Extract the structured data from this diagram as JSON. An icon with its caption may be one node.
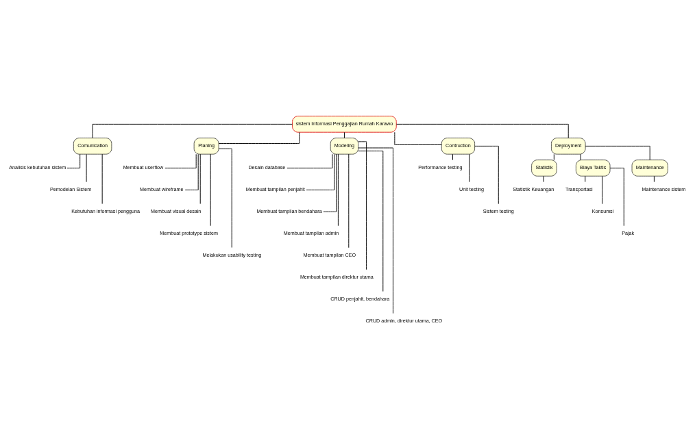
{
  "diagram": {
    "nodes": [
      {
        "text": [
          "sistem Informasi Penggajian Rumah Karawo"
        ]
      },
      {
        "text": [
          "Comunication"
        ]
      },
      {
        "text": [
          "Analisis kebutuhan sistem"
        ]
      },
      {
        "text": [
          "Pemodelan Sistem"
        ]
      },
      {
        "text": [
          "Kebutuhan informasi pengguna"
        ]
      },
      {
        "text": [
          "Planing"
        ]
      },
      {
        "text": [
          "Membuat userflow"
        ]
      },
      {
        "text": [
          "Membuat wireframe"
        ]
      },
      {
        "text": [
          "Membuat visual desain"
        ]
      },
      {
        "text": [
          "Membuat prototype sistem"
        ]
      },
      {
        "text": [
          "Melakukan usability testing"
        ]
      },
      {
        "text": [
          "Modeling"
        ]
      },
      {
        "text": [
          "Desain database"
        ]
      },
      {
        "text": [
          "Membuat tampilan penjahit"
        ]
      },
      {
        "text": [
          "Membuat tampilan bendahara"
        ]
      },
      {
        "text": [
          "Membuat tampilan admin"
        ]
      },
      {
        "text": [
          "Membuat tampilan CEO"
        ]
      },
      {
        "text": [
          "Membuat tampilan direktur utama"
        ]
      },
      {
        "text": [
          "CRUD penjahit, bendahara"
        ]
      },
      {
        "text": [
          "CRUD admin, direktur utama, CEO"
        ]
      },
      {
        "text": [
          "Contruction"
        ]
      },
      {
        "text": [
          "Performance testing"
        ]
      },
      {
        "text": [
          "Unit testing"
        ]
      },
      {
        "text": [
          "Sistem testing"
        ]
      },
      {
        "text": [
          "Deployment"
        ]
      },
      {
        "text": [
          "Statistik"
        ]
      },
      {
        "text": [
          "Statistik Keuangan"
        ]
      },
      {
        "text": [
          "Biaya Taktis"
        ]
      },
      {
        "text": [
          "Transportasi"
        ]
      },
      {
        "text": [
          "Konsumsi"
        ]
      },
      {
        "text": [
          "Pajak"
        ]
      },
      {
        "text": [
          "Maintenance"
        ]
      },
      {
        "text": [
          "Maintenance sistem"
        ]
      }
    ],
    "edges": [
      {
        "from": 0,
        "to": 1,
        "arrow": "none"
      },
      {
        "from": 0,
        "to": 5,
        "arrow": "none"
      },
      {
        "from": 0,
        "to": 11,
        "arrow": "none"
      },
      {
        "from": 0,
        "to": 20,
        "arrow": "none"
      },
      {
        "from": 0,
        "to": 24,
        "arrow": "none"
      },
      {
        "from": 1,
        "to": 2,
        "arrow": "none"
      },
      {
        "from": 1,
        "to": 3,
        "arrow": "none"
      },
      {
        "from": 1,
        "to": 4,
        "arrow": "none"
      },
      {
        "from": 5,
        "to": 6,
        "arrow": "none"
      },
      {
        "from": 5,
        "to": 7,
        "arrow": "none"
      },
      {
        "from": 5,
        "to": 8,
        "arrow": "none"
      },
      {
        "from": 5,
        "to": 9,
        "arrow": "none"
      },
      {
        "from": 5,
        "to": 10,
        "arrow": "none"
      },
      {
        "from": 11,
        "to": 12,
        "arrow": "none"
      },
      {
        "from": 11,
        "to": 13,
        "arrow": "none"
      },
      {
        "from": 11,
        "to": 14,
        "arrow": "none"
      },
      {
        "from": 11,
        "to": 15,
        "arrow": "none"
      },
      {
        "from": 11,
        "to": 16,
        "arrow": "none"
      },
      {
        "from": 11,
        "to": 17,
        "arrow": "none"
      },
      {
        "from": 11,
        "to": 18,
        "arrow": "none"
      },
      {
        "from": 11,
        "to": 19,
        "arrow": "none"
      },
      {
        "from": 20,
        "to": 21,
        "arrow": "none"
      },
      {
        "from": 20,
        "to": 22,
        "arrow": "none"
      },
      {
        "from": 20,
        "to": 23,
        "arrow": "none"
      },
      {
        "from": 24,
        "to": 25,
        "arrow": "none"
      },
      {
        "from": 24,
        "to": 27,
        "arrow": "none"
      },
      {
        "from": 24,
        "to": 31,
        "arrow": "none"
      },
      {
        "from": 25,
        "to": 26,
        "arrow": "none"
      },
      {
        "from": 27,
        "to": 28,
        "arrow": "none"
      },
      {
        "from": 27,
        "to": 29,
        "arrow": "none"
      },
      {
        "from": 27,
        "to": 30,
        "arrow": "none"
      },
      {
        "from": 31,
        "to": 32,
        "arrow": "none"
      }
    ]
  }
}
